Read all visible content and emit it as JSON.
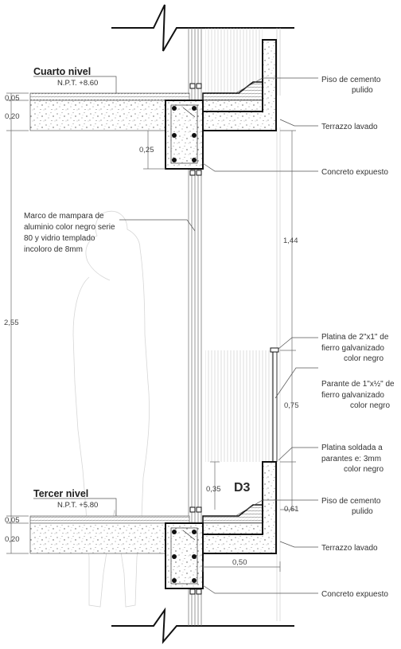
{
  "levels": {
    "upper": {
      "name": "Cuarto nivel",
      "npt": "N.P.T. +8.60"
    },
    "lower": {
      "name": "Tercer nivel",
      "npt": "N.P.T. +5.80"
    }
  },
  "detail_tag": "D3",
  "labels": {
    "floor_upper": [
      "Piso de cemento",
      "pulido"
    ],
    "terrazzo_upper": "Terrazzo lavado",
    "concrete_upper": "Concreto expuesto",
    "frame": [
      "Marco de mampara de",
      "aluminio color negro serie",
      "80 y vidrio templado",
      "incoloro de 8mm"
    ],
    "platina_top": [
      "Platina de 2\"x1\" de",
      "fierro galvanizado",
      "color negro"
    ],
    "parante": [
      "Parante de 1\"x½\" de",
      "fierro galvanizado",
      "color negro"
    ],
    "platina_base": [
      "Platina soldada a",
      "parantes e: 3mm",
      "color negro"
    ],
    "floor_lower": [
      "Piso de cemento",
      "pulido"
    ],
    "terrazzo_lower": "Terrazzo lavado",
    "concrete_lower": "Concreto expuesto"
  },
  "dimensions": {
    "d_005_upper": "0,05",
    "d_020_upper": "0,20",
    "d_025": "0,25",
    "d_255": "2,55",
    "d_144": "1,44",
    "d_075": "0,75",
    "d_035": "0,35",
    "d_061": "0,61",
    "d_005_lower": "0,05",
    "d_020_lower": "0,20",
    "d_050": "0,50"
  }
}
